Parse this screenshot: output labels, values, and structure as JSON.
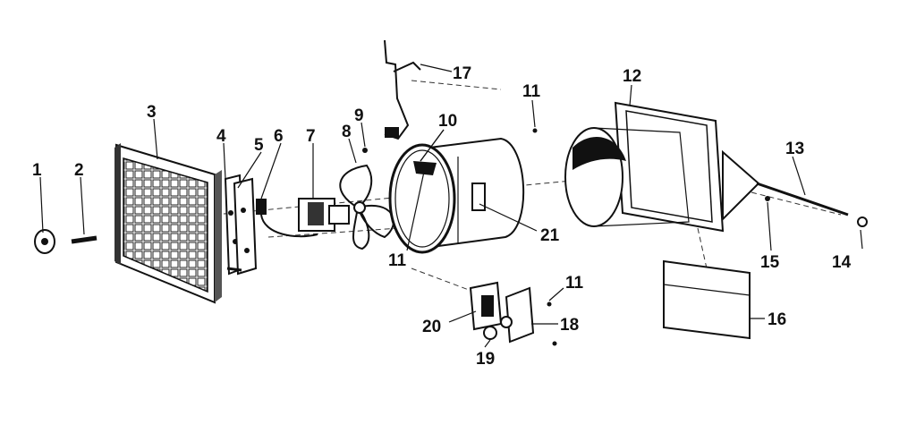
{
  "callouts": [
    {
      "id": "1",
      "text": "1"
    },
    {
      "id": "2",
      "text": "2"
    },
    {
      "id": "3",
      "text": "3"
    },
    {
      "id": "4",
      "text": "4"
    },
    {
      "id": "5",
      "text": "5"
    },
    {
      "id": "6",
      "text": "6"
    },
    {
      "id": "7",
      "text": "7"
    },
    {
      "id": "8",
      "text": "8"
    },
    {
      "id": "9",
      "text": "9"
    },
    {
      "id": "10",
      "text": "10"
    },
    {
      "id": "11a",
      "text": "11"
    },
    {
      "id": "11b",
      "text": "11"
    },
    {
      "id": "11c",
      "text": "11"
    },
    {
      "id": "12",
      "text": "12"
    },
    {
      "id": "13",
      "text": "13"
    },
    {
      "id": "14",
      "text": "14"
    },
    {
      "id": "15",
      "text": "15"
    },
    {
      "id": "16",
      "text": "16"
    },
    {
      "id": "17",
      "text": "17"
    },
    {
      "id": "18",
      "text": "18"
    },
    {
      "id": "19",
      "text": "19"
    },
    {
      "id": "20",
      "text": "20"
    },
    {
      "id": "21",
      "text": "21"
    }
  ]
}
